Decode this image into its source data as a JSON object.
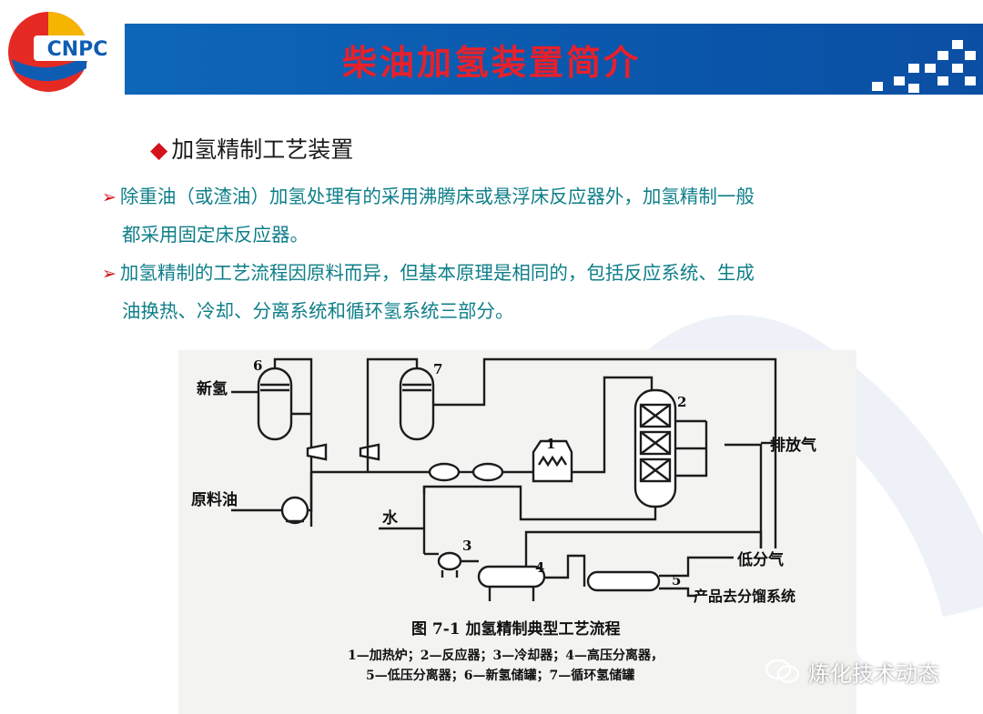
{
  "header": {
    "title": "柴油加氢装置简介"
  },
  "logo": {
    "text": "CNPC"
  },
  "section": {
    "heading": "加氢精制工艺装置"
  },
  "bullets": [
    {
      "line1": "除重油（或渣油）加氢处理有的采用沸腾床或悬浮床反应器外，加氢精制一般",
      "line2": "都采用固定床反应器。"
    },
    {
      "line1": "加氢精制的工艺流程因原料而异，但基本原理是相同的，包括反应系统、生成",
      "line2": "油换热、冷却、分离系统和循环氢系统三部分。"
    }
  ],
  "figure": {
    "labels": {
      "fresh_h2": "新氢",
      "feed_oil": "原料油",
      "water": "水",
      "vent_gas": "排放气",
      "low_sep_gas": "低分气",
      "product": "产品去分馏系统"
    },
    "numbers": [
      "1",
      "2",
      "3",
      "4",
      "5",
      "6",
      "7"
    ],
    "caption": "图  7-1    加氢精制典型工艺流程",
    "legend_line1": "1—加热炉；2—反应器；3—冷却器；4—高压分离器，",
    "legend_line2": "5—低压分离器；6—新氢储罐；7—循环氢储罐"
  },
  "watermark": {
    "text": "炼化技术动态"
  }
}
